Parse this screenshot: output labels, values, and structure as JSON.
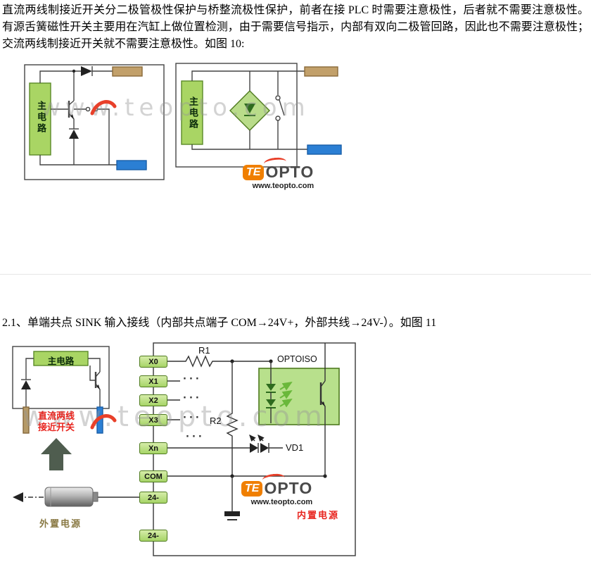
{
  "colors": {
    "circuit_green_fill": "#a9d564",
    "circuit_green_border": "#5a8a28",
    "terminal_tan": "#c2a06a",
    "terminal_blue": "#2b7fd4",
    "optoiso_fill": "#b8e08c",
    "brand_orange": "#f07f00",
    "brand_red": "#e8402a",
    "label_red": "#e8251f"
  },
  "doc": {
    "paragraph1": "直流两线制接近开关分二极管极性保护与桥整流极性保护，前者在接 PLC 时需要注意极性，后者就不需要注意极性。有源舌簧磁性开关主要用在汽缸上做位置检测，由于需要信号指示，内部有双向二极管回路，因此也不需要注意极性；交流两线制接近开关就不需要注意极性。如图 10:",
    "section2_heading": "2.1、单端共点 SINK 输入接线（内部共点端子 COM→24V+，外部共线→24V-）。如图 11"
  },
  "brand": {
    "mark": "TE",
    "word": "OPTO",
    "url": "www.teopto.com",
    "watermark": "www.teopto.com"
  },
  "figure10": {
    "left_main_circuit_label": "主电路",
    "right_main_circuit_label": "主电路"
  },
  "figure11": {
    "main_circuit_label": "主电路",
    "switch_label_line1": "直流两线",
    "switch_label_line2": "接近开关",
    "terminals": [
      "X0",
      "X1",
      "X2",
      "X3",
      "Xn",
      "COM",
      "24-",
      "24-"
    ],
    "r1_label": "R1",
    "r2_label": "R2",
    "optoiso_label": "OPTOISO",
    "vd1_label": "VD1",
    "external_power_label": "外置电源",
    "internal_power_label": "内置电源",
    "ellipsis": "···"
  }
}
